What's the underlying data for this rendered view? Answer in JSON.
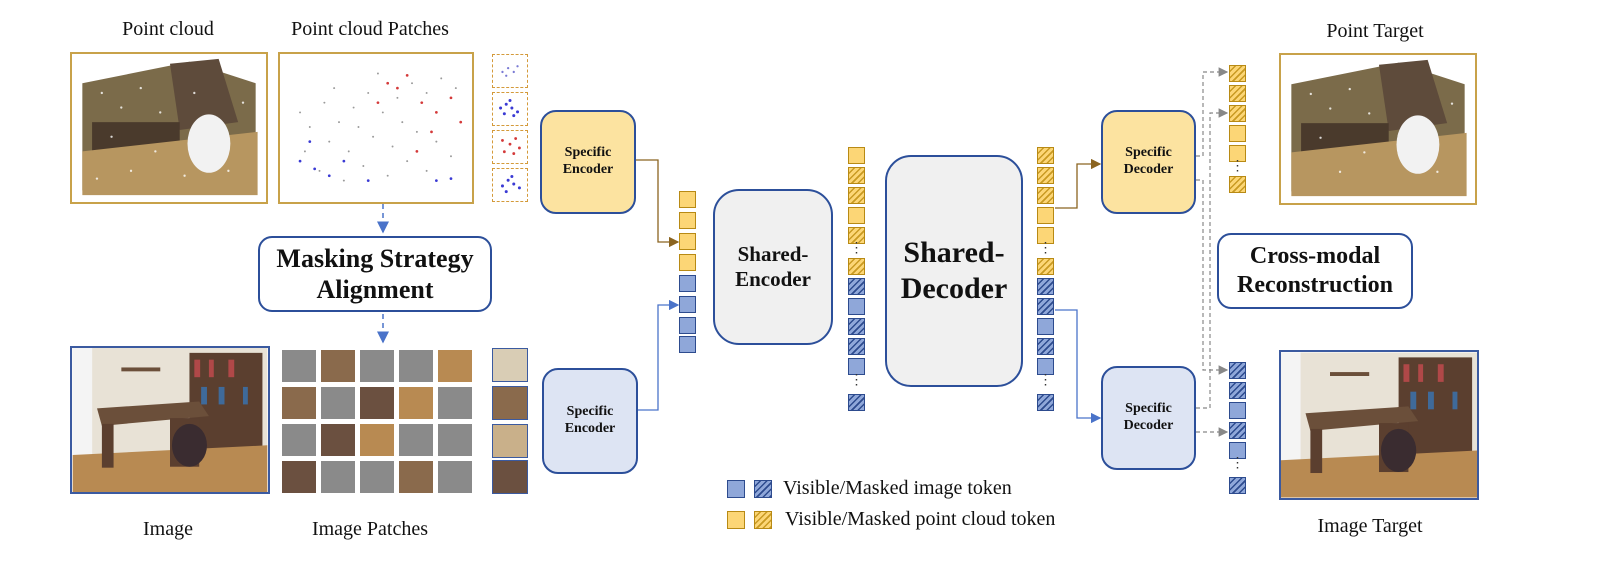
{
  "labels": {
    "point_cloud": "Point cloud",
    "point_cloud_patches": "Point cloud Patches",
    "image": "Image",
    "image_patches": "Image Patches",
    "point_target": "Point Target",
    "image_target": "Image Target"
  },
  "masking": {
    "line1": "Masking Strategy",
    "line2": "Alignment"
  },
  "cross_modal": {
    "line1": "Cross-modal",
    "line2": "Reconstruction"
  },
  "encoders": {
    "specific_top": {
      "line1": "Specific",
      "line2": "Encoder"
    },
    "specific_bottom": {
      "line1": "Specific",
      "line2": "Encoder"
    }
  },
  "decoders": {
    "specific_top": {
      "line1": "Specific",
      "line2": "Decoder"
    },
    "specific_bottom": {
      "line1": "Specific",
      "line2": "Decoder"
    }
  },
  "shared_encoder": {
    "line1": "Shared-",
    "line2": "Encoder"
  },
  "shared_decoder": {
    "line1": "Shared-",
    "line2": "Decoder"
  },
  "legend": {
    "image_token": "Visible/Masked image token",
    "point_token": "Visible/Masked point cloud token"
  },
  "colors": {
    "point_token": "#fcd676",
    "image_token": "#8fa7d9",
    "border_blue": "#2c4f9a",
    "border_gold": "#c8a24a",
    "masked_patch": "#8a8a8a"
  }
}
